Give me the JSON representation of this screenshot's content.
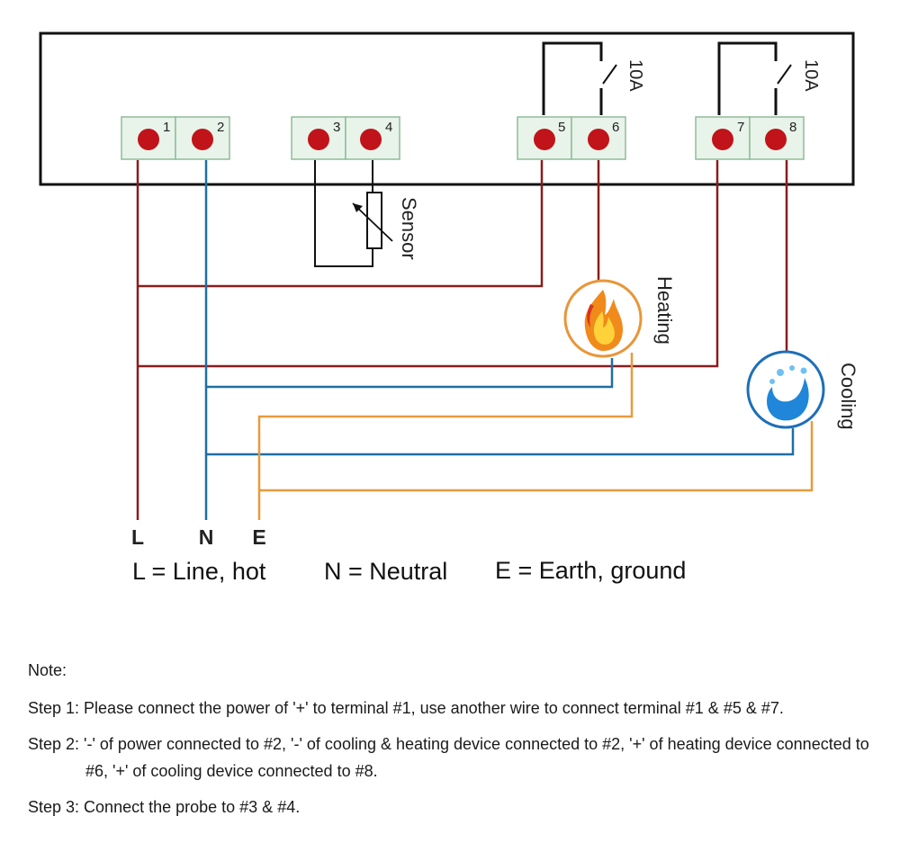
{
  "diagram": {
    "terminals": [
      "1",
      "2",
      "3",
      "4",
      "5",
      "6",
      "7",
      "8"
    ],
    "relay_rating": "10A",
    "sensor_label": "Sensor",
    "heating_label": "Heating",
    "cooling_label": "Cooling",
    "wire_labels": {
      "line": "L",
      "neutral": "N",
      "earth": "E"
    },
    "legend": {
      "line": "L = Line, hot",
      "neutral": "N = Neutral",
      "earth": "E = Earth, ground"
    },
    "colors": {
      "line_wire": "#8b1c1c",
      "neutral_wire": "#1f6fa3",
      "earth_wire": "#e89a3c",
      "terminal_block": "#e8f3ea",
      "terminal_dot": "#c0141a",
      "heating_ring": "#e8963a",
      "cooling_ring": "#1d6fb8"
    }
  },
  "notes": {
    "title": "Note:",
    "step1": "Step 1: Please connect the power of '+' to terminal #1, use another wire to connect terminal #1 & #5 & #7.",
    "step2": "Step 2: '-' of power connected to #2, '-' of cooling & heating device connected to #2, '+' of heating device connected to #6, '+' of cooling device connected to #8.",
    "step3": "Step 3: Connect the probe to #3 & #4."
  }
}
